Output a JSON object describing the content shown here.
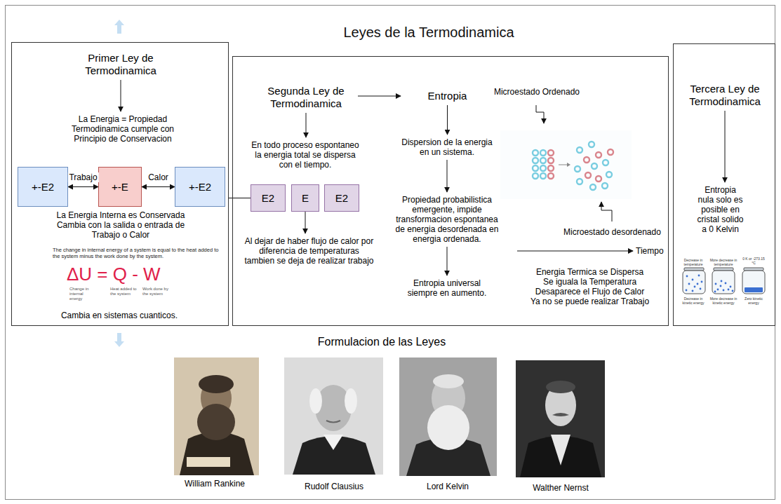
{
  "diagram": {
    "title": "Leyes de la Termodinamica",
    "nodes": [
      {
        "text": [
          "Primer Ley de Termodinamica"
        ]
      },
      {
        "text": [
          "La Energia = Propiedad Termodinamica cumple con Principio de Conservacion"
        ],
        "in": 0
      },
      {
        "text": [
          "+-E2"
        ],
        "in": 0
      },
      {
        "text": [
          "+-E"
        ],
        "in": 0
      },
      {
        "text": [
          "+-E2"
        ],
        "in": 0
      },
      {
        "text": [
          "La Energia Interna es Conservada Cambia con la salida o entrada de Trabajo o Calor"
        ],
        "in": 0
      },
      {
        "text": [
          "Segunda Ley de Termodinamica"
        ]
      },
      {
        "text": [
          "En todo proceso espontaneo la energia total se dispersa con el tiempo."
        ],
        "in": 6
      },
      {
        "text": [
          "E2"
        ],
        "in": 6
      },
      {
        "text": [
          "E"
        ],
        "in": 6
      },
      {
        "text": [
          "E2"
        ],
        "in": 6
      },
      {
        "text": [
          "Al dejar de haber flujo de calor por diferencia de temperaturas tambien se deja de realizar trabajo"
        ],
        "in": 6
      },
      {
        "text": [
          "Entropia"
        ],
        "in": 6
      },
      {
        "text": [
          "Dispersion de la energia en un sistema."
        ],
        "in": 6
      },
      {
        "text": [
          "Propiedad probabilistica emergente, impide transformacion espontanea de energia desordenada en energia ordenada."
        ],
        "in": 6
      },
      {
        "text": [
          "Entropia universal siempre en aumento."
        ],
        "in": 6
      },
      {
        "text": [
          "Tercera Ley de Termodinamica"
        ]
      },
      {
        "text": [
          "Entropia nula solo es posible en cristal solido a 0 Kelvin"
        ],
        "in": 16
      }
    ],
    "edges": [
      {
        "from": 0,
        "to": 1,
        "arrow": "to"
      },
      {
        "from": 2,
        "to": 3,
        "label": "Trabajo",
        "arrow": "both"
      },
      {
        "from": 3,
        "to": 4,
        "label": "Calor",
        "arrow": "both"
      },
      {
        "from": 0,
        "to": 8,
        "arrow": "none"
      },
      {
        "from": 6,
        "to": 7,
        "arrow": "to"
      },
      {
        "from": 6,
        "to": 12,
        "arrow": "to"
      },
      {
        "from": 9,
        "to": 11,
        "arrow": "to"
      },
      {
        "from": 12,
        "to": 13,
        "arrow": "to"
      },
      {
        "from": 13,
        "to": 14,
        "arrow": "to"
      },
      {
        "from": 14,
        "to": 15,
        "arrow": "to"
      },
      {
        "from": 16,
        "to": 17,
        "arrow": "to"
      }
    ],
    "labels": [
      "The change in internal energy of a system is equal to the heat added to the system minus the work done by the system.",
      "ΔU = Q - W",
      "Change in internal energy",
      "Heat added to the system",
      "Work done by the system",
      "Cambia en sistemas cuanticos.",
      "Microestado Ordenado",
      "Microestado desordenado",
      "Tiempo",
      "Energia Termica se Dispersa Se iguala la Temperatura Desaparece el Flujo de Calor Ya no se puede realizar Trabajo",
      "Decrease in temperature",
      "More decrease in temperature",
      "0 K or -273.15 °C",
      "Decrease in kinetic energy",
      "More decrease in kinetic energy",
      "Zero kinetic energy",
      "Formulacion de las Leyes",
      "William Rankine",
      "Rudolf Clausius",
      "Lord Kelvin",
      "Walther Nernst"
    ]
  }
}
